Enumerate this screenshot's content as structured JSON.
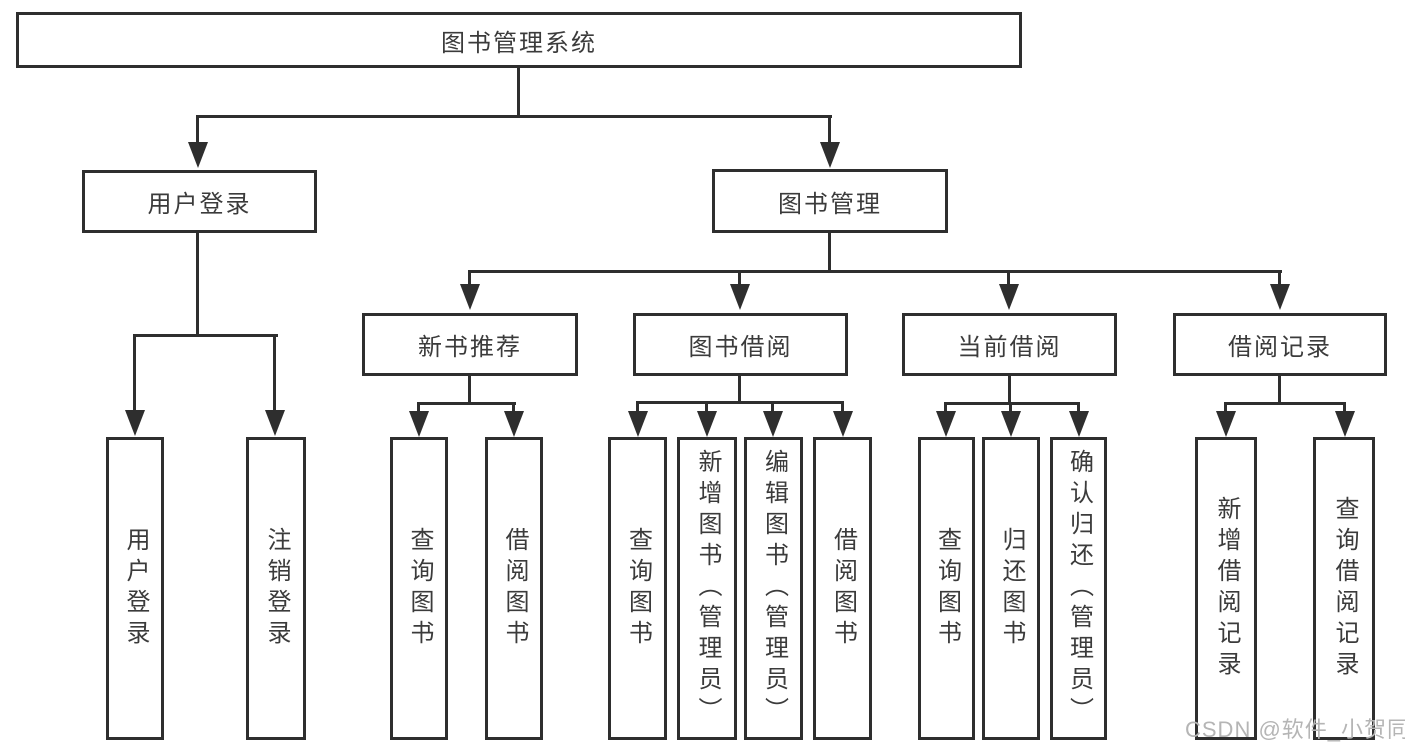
{
  "tree": {
    "label": "图书管理系统",
    "children": [
      {
        "label": "用户登录",
        "children": [
          {
            "label": "用户登录"
          },
          {
            "label": "注销登录"
          }
        ]
      },
      {
        "label": "图书管理",
        "children": [
          {
            "label": "新书推荐",
            "children": [
              {
                "label": "查询图书"
              },
              {
                "label": "借阅图书"
              }
            ]
          },
          {
            "label": "图书借阅",
            "children": [
              {
                "label": "查询图书"
              },
              {
                "label": "新增图书（管理员）"
              },
              {
                "label": "编辑图书（管理员）"
              },
              {
                "label": "借阅图书"
              }
            ]
          },
          {
            "label": "当前借阅",
            "children": [
              {
                "label": "查询图书"
              },
              {
                "label": "归还图书"
              },
              {
                "label": "确认归还（管理员）"
              }
            ]
          },
          {
            "label": "借阅记录",
            "children": [
              {
                "label": "新增借阅记录"
              },
              {
                "label": "查询借阅记录"
              }
            ]
          }
        ]
      }
    ]
  },
  "watermark": {
    "text": "CSDN @软件_小贺同学"
  },
  "colors": {
    "line": "#2e2e2e",
    "text": "#3b3b3b",
    "watermark": "#b5b5b5",
    "background": "#ffffff"
  }
}
